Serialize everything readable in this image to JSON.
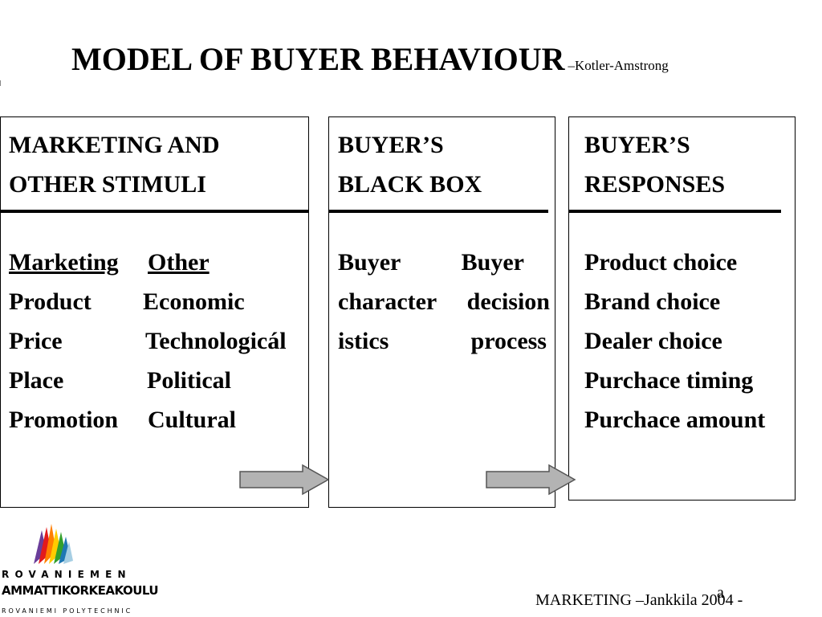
{
  "title": {
    "main": "MODEL OF BUYER BEHAVIOUR",
    "subtitle": "–Kotler-Amstrong"
  },
  "boxes": {
    "stimuli": {
      "heading": [
        "MARKETING AND",
        "OTHER STIMULI"
      ],
      "columns": {
        "marketing": "Marketing",
        "other": "Other"
      },
      "rows": [
        {
          "marketing": "Product",
          "other": "Economic"
        },
        {
          "marketing": "Price",
          "other": "Technologicál"
        },
        {
          "marketing": "Place",
          "other": "Political"
        },
        {
          "marketing": "Promotion",
          "other": "Cultural"
        }
      ]
    },
    "black_box": {
      "heading": [
        "BUYER’S",
        "BLACK BOX"
      ],
      "left_column": [
        "Buyer",
        "character",
        "istics"
      ],
      "right_column": [
        "Buyer",
        "decision",
        "process"
      ]
    },
    "responses": {
      "heading": [
        "BUYER’S",
        "RESPONSES"
      ],
      "items": [
        "Product choice",
        "Brand choice",
        "Dealer choice",
        "Purchace timing",
        "Purchace amount"
      ]
    }
  },
  "logo": {
    "line1": "ROVANIEMEN",
    "line2": "AMMATTIKORKEAKOULU",
    "line3": "ROVANIEMI POLYTECHNIC"
  },
  "footer": {
    "text": "MARKETING –Jankkila 2004 -",
    "overlay_char": "a"
  },
  "colors": {
    "arrow_fill": "#b3b3b3",
    "arrow_stroke": "#555555"
  }
}
